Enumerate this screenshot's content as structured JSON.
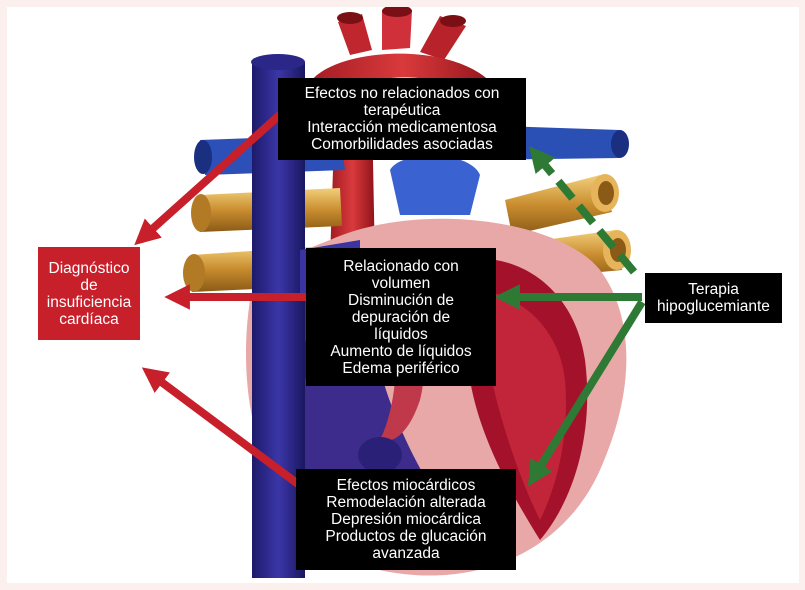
{
  "diagnosis_box": {
    "lines": [
      "Diagnóstico",
      "de",
      "insuficiencia",
      "cardíaca"
    ]
  },
  "therapy_box": {
    "lines": [
      "Terapia",
      "hipoglucemiante"
    ]
  },
  "top_box": {
    "lines": [
      "Efectos no relacionados con",
      "terapéutica",
      "Interacción medicamentosa",
      "Comorbilidades asociadas"
    ]
  },
  "middle_box": {
    "lines": [
      "Relacionado con",
      "volumen",
      "Disminución de",
      "depuración de",
      "líquidos",
      "Aumento de líquidos",
      "Edema periférico"
    ]
  },
  "bottom_box": {
    "lines": [
      "Efectos miocárdicos",
      "Remodelación alterada",
      "Depresión miocárdica",
      "Productos de glucación",
      "avanzada"
    ]
  },
  "colors": {
    "red_arrow": "#c8202b",
    "green_arrow": "#2e7a35",
    "box_black": "#000000",
    "box_red": "#c8202b"
  }
}
